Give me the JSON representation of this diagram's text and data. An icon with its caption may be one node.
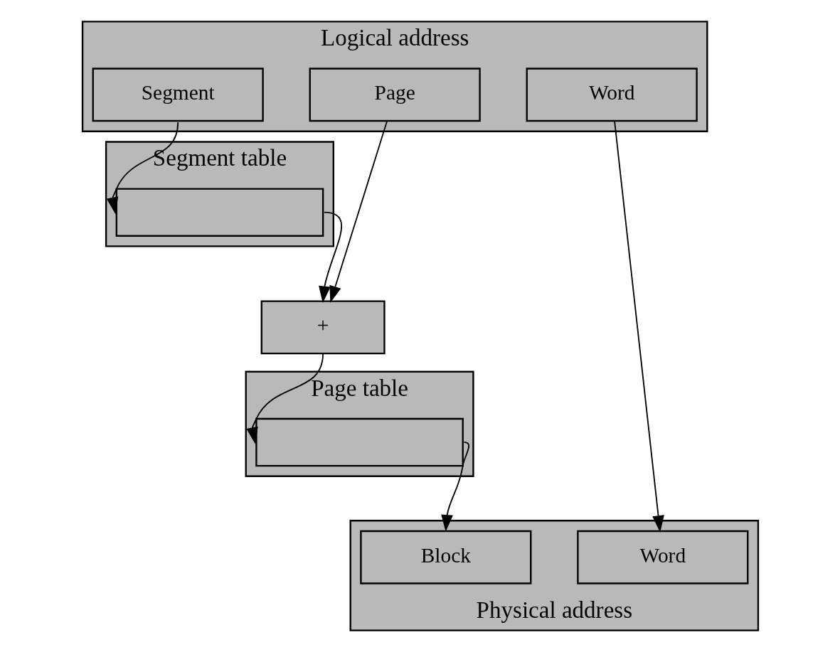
{
  "diagram": {
    "nodes": [
      {
        "text": [
          "Logical address"
        ]
      },
      {
        "text": [
          "Segment"
        ],
        "in": 0
      },
      {
        "text": [
          "Page"
        ],
        "in": 0
      },
      {
        "text": [
          "Word"
        ],
        "in": 0
      },
      {
        "text": [
          "Segment table"
        ]
      },
      {
        "text": [],
        "shape": "box",
        "in": 4
      },
      {
        "text": [
          "+"
        ]
      },
      {
        "text": [
          "Page table"
        ]
      },
      {
        "text": [],
        "shape": "box",
        "in": 7
      },
      {
        "text": [
          "Physical address"
        ]
      },
      {
        "text": [
          "Block"
        ],
        "in": 9
      },
      {
        "text": [
          "Word"
        ],
        "in": 9
      }
    ],
    "edges": [
      {
        "from": 1,
        "to": 5,
        "arrow": "to"
      },
      {
        "from": 5,
        "to": 6,
        "arrow": "to"
      },
      {
        "from": 2,
        "to": 6,
        "arrow": "to"
      },
      {
        "from": 6,
        "to": 8,
        "arrow": "to"
      },
      {
        "from": 8,
        "to": 10,
        "arrow": "to"
      },
      {
        "from": 3,
        "to": 11,
        "arrow": "to"
      }
    ]
  }
}
